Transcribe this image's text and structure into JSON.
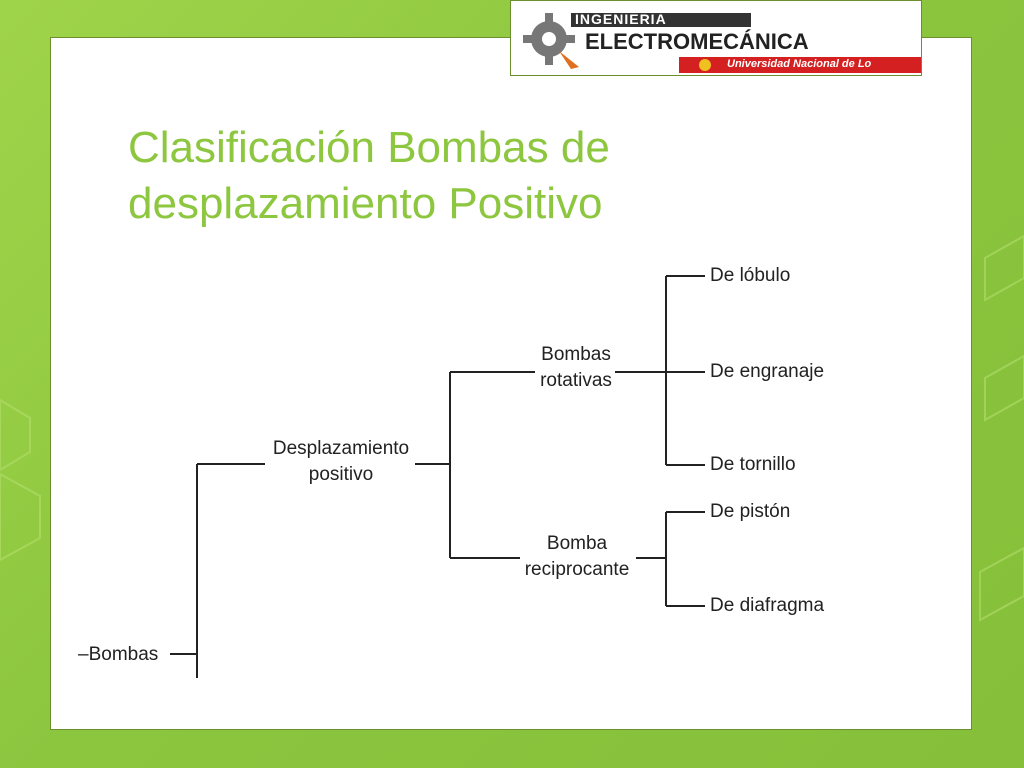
{
  "logo": {
    "top_text": "INGENIERIA",
    "main_text": "ELECTROMECÁNICA",
    "bottom_text": "Universidad Nacional de Lo"
  },
  "title": {
    "line1": "Clasificación Bombas de",
    "line2": "desplazamiento Positivo"
  },
  "tree": {
    "root": "Bombas",
    "level1": {
      "line1": "Desplazamiento",
      "line2": "positivo"
    },
    "rotary": {
      "line1": "Bombas",
      "line2": "rotativas"
    },
    "reciprocating": {
      "line1": "Bomba",
      "line2": "reciprocante"
    },
    "rotary_children": [
      "De lóbulo",
      "De engranaje",
      "De tornillo"
    ],
    "reciprocating_children": [
      "De pistón",
      "De diafragma"
    ]
  },
  "colors": {
    "background_green": "#8cc63f",
    "title_green": "#8dc63f",
    "line_color": "#222222"
  }
}
